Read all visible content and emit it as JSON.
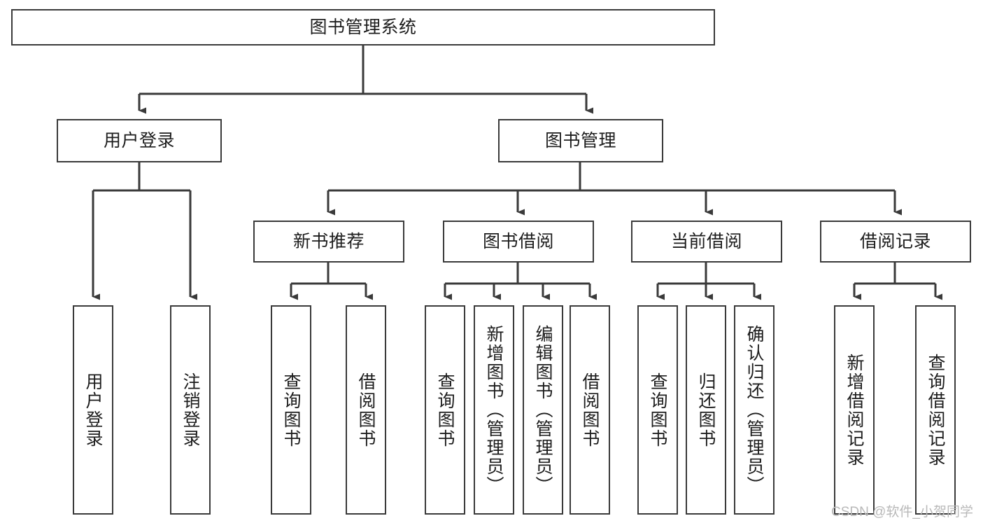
{
  "diagram": {
    "type": "tree-hierarchy",
    "title": "图书管理系统",
    "orientation": "top-down",
    "line_color": "#3a3a3a",
    "box_fill": "#ffffff",
    "text_color": "#1d1d1d",
    "watermark": "CSDN @软件_小贺同学",
    "levels": 4
  },
  "nodes": {
    "root": {
      "label": "图书管理系统"
    },
    "level2": [
      {
        "id": "user-login",
        "label": "用户登录"
      },
      {
        "id": "book-management",
        "label": "图书管理"
      }
    ],
    "level3": [
      {
        "id": "new-book-recommend",
        "label": "新书推荐"
      },
      {
        "id": "book-borrow",
        "label": "图书借阅"
      },
      {
        "id": "current-borrow",
        "label": "当前借阅"
      },
      {
        "id": "borrow-record",
        "label": "借阅记录"
      }
    ],
    "leaves": {
      "user_login": [
        {
          "id": "leaf-user-login",
          "label": "用户登录"
        },
        {
          "id": "leaf-logout",
          "label": "注销登录"
        }
      ],
      "new_book_recommend": [
        {
          "id": "leaf-query-book-1",
          "label": "查询图书"
        },
        {
          "id": "leaf-borrow-book-1",
          "label": "借阅图书"
        }
      ],
      "book_borrow": [
        {
          "id": "leaf-query-book-2",
          "label": "查询图书"
        },
        {
          "id": "leaf-add-book",
          "label": "新增图书（管理员）"
        },
        {
          "id": "leaf-edit-book",
          "label": "编辑图书（管理员）"
        },
        {
          "id": "leaf-borrow-book-2",
          "label": "借阅图书"
        }
      ],
      "current_borrow": [
        {
          "id": "leaf-query-book-3",
          "label": "查询图书"
        },
        {
          "id": "leaf-return-book",
          "label": "归还图书"
        },
        {
          "id": "leaf-confirm-return",
          "label": "确认归还（管理员）"
        }
      ],
      "borrow_record": [
        {
          "id": "leaf-add-record",
          "label": "新增借阅记录"
        },
        {
          "id": "leaf-query-record",
          "label": "查询借阅记录"
        }
      ]
    }
  }
}
